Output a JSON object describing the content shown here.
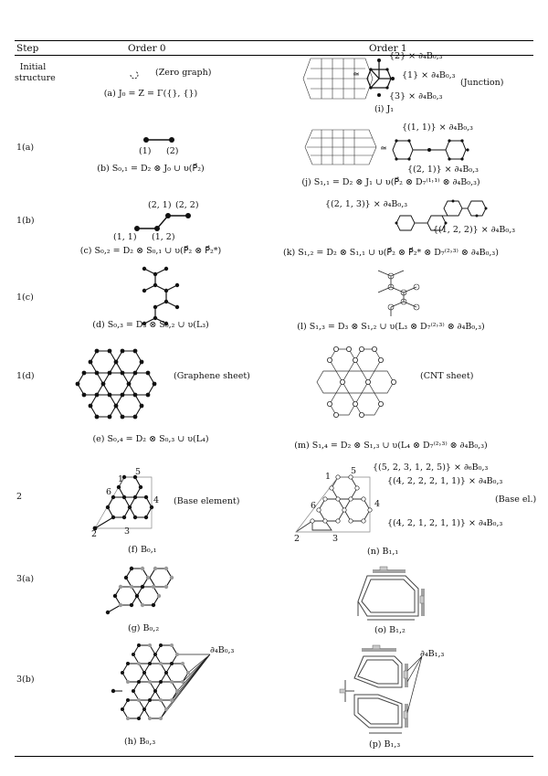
{
  "header": {
    "step": "Step",
    "order0": "Order 0",
    "order1": "Order 1"
  },
  "rows": [
    {
      "step": "Initial\nstructure",
      "o0_note": "(Zero graph)",
      "o0_caption": "(a) J₀ = Z = Γ({}, {})",
      "o1_caption": "(i) J₁",
      "o1_labels": [
        "{2} × ∂₄B₀,₃",
        "{1} × ∂₄B₀,₃",
        "{3} × ∂₄B₀,₃",
        "(Junction)"
      ]
    },
    {
      "step": "1(a)",
      "o0_labels": [
        "(1)",
        "(2)"
      ],
      "o0_caption": "(b) S₀,₁ = D₂ ⊗ J₀ ∪ υ(P⃗₂)",
      "o1_caption": "(j) S₁,₁ = D₂ ⊗ J₁ ∪ υ(P⃗₂ ⊗ D₇⁽¹˒¹⁾ ⊗ ∂₄B₀,₃)",
      "o1_labels": [
        "{(1, 1)} × ∂₄B₀,₃",
        "{(2, 1)} × ∂₄B₀,₃"
      ]
    },
    {
      "step": "1(b)",
      "o0_labels": [
        "(2, 1)",
        "(2, 2)",
        "(1, 1)",
        "(1, 2)"
      ],
      "o0_caption": "(c) S₀,₂ = D₂ ⊗ S₀,₁ ∪ υ(P⃗₂ ⊗ P⃗₂*)",
      "o1_caption": "(k) S₁,₂ = D₂ ⊗ S₁,₁ ∪ υ(P⃗₂ ⊗ P⃗₂* ⊗ D₇⁽²˒³⁾ ⊗ ∂₄B₀,₃)",
      "o1_labels": [
        "{(2, 1, 3)} × ∂₄B₀,₃",
        "{(1, 2, 2)} × ∂₄B₀,₃"
      ]
    },
    {
      "step": "1(c)",
      "o0_caption": "(d) S₀,₃ = D₃ ⊗ S₀,₂ ∪ υ(L₃)",
      "o1_caption": "(l) S₁,₃ = D₃ ⊗ S₁,₂ ∪ υ(L₃ ⊗ D₇⁽²˒³⁾ ⊗ ∂₄B₀,₃)"
    },
    {
      "step": "1(d)",
      "o0_note": "(Graphene sheet)",
      "o0_caption": "(e) S₀,₄ = D₂ ⊗ S₀,₃ ∪ υ(L₄)",
      "o1_note": "(CNT sheet)",
      "o1_caption": "(m) S₁,₄ = D₂ ⊗ S₁,₃ ∪ υ(L₄ ⊗ D₇⁽²˒³⁾ ⊗ ∂₄B₀,₃)"
    },
    {
      "step": "2",
      "o0_note": "(Base element)",
      "o0_caption": "(f) B₀,₁",
      "o0_nums": [
        "5",
        "1",
        "6",
        "4",
        "2",
        "3"
      ],
      "o1_note": "(Base el.)",
      "o1_caption": "(n) B₁,₁",
      "o1_nums": [
        "1",
        "5",
        "6",
        "4",
        "2",
        "3"
      ],
      "o1_labels": [
        "{(5, 2, 3, 1, 2, 5)} × ∂₆B₀,₃",
        "{(4, 2, 2, 2, 1, 1)} × ∂₄B₀,₃",
        "{(4, 2, 1, 2, 1, 1)} × ∂₄B₀,₃"
      ]
    },
    {
      "step": "3(a)",
      "o0_caption": "(g) B₀,₂",
      "o1_caption": "(o) B₁,₂"
    },
    {
      "step": "3(b)",
      "o0_caption": "(h) B₀,₃",
      "o0_note": "∂₄B₀,₃",
      "o1_caption": "(p) B₁,₃",
      "o1_note": "∂₄B₁,₃"
    }
  ]
}
